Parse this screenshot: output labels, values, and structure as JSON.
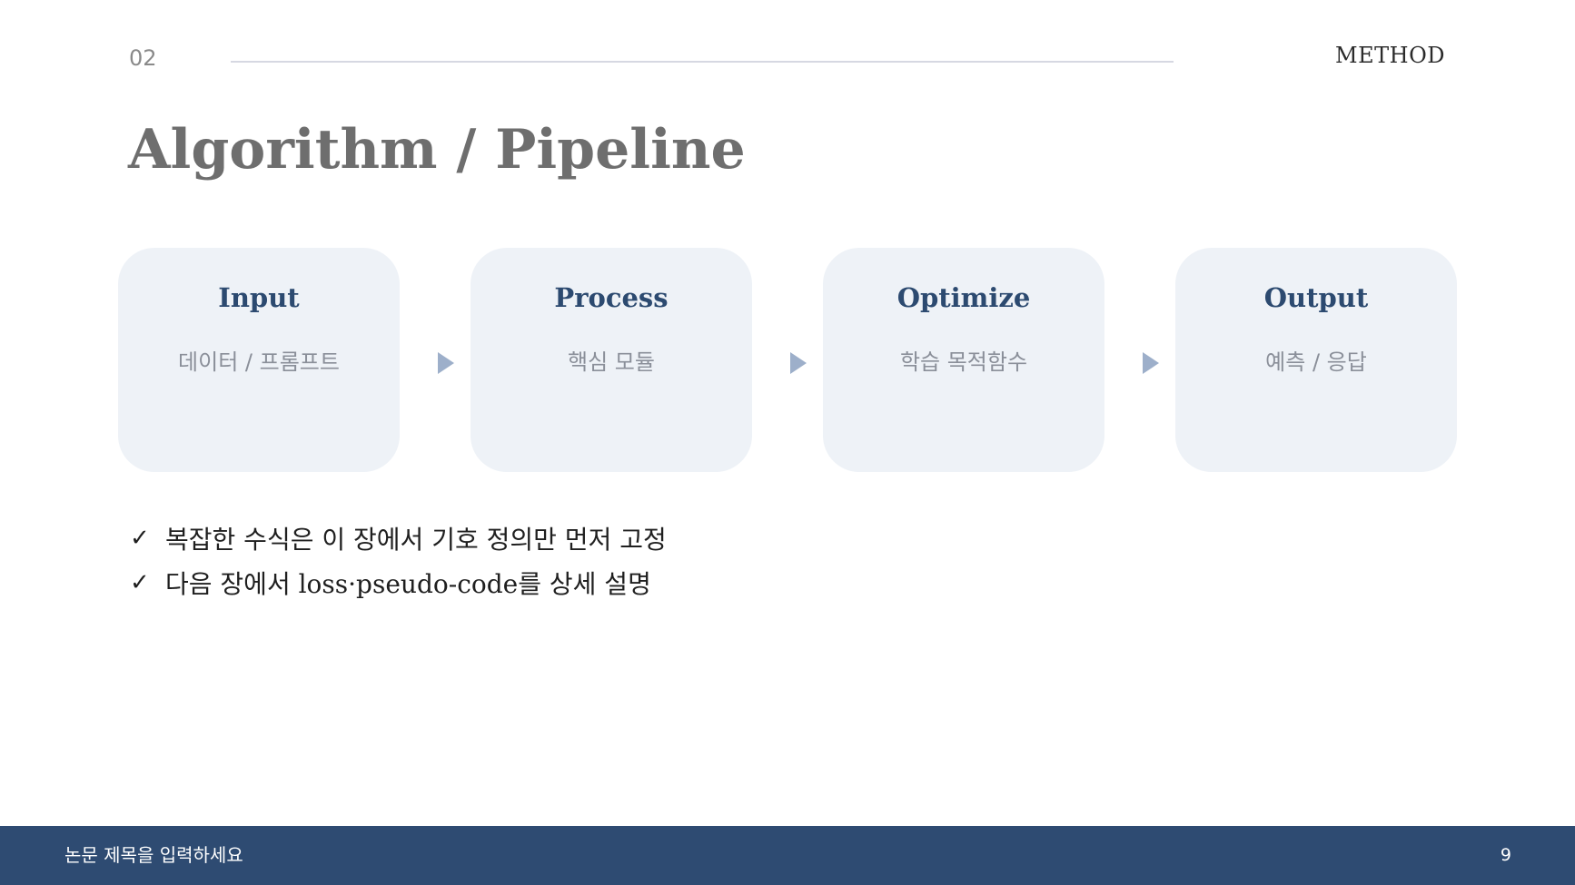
{
  "header": {
    "section_number": "02",
    "section_name": "METHOD"
  },
  "title": "Algorithm / Pipeline",
  "steps": [
    {
      "title": "Input",
      "description": "데이터 / 프롬프트"
    },
    {
      "title": "Process",
      "description": "핵심 모듈"
    },
    {
      "title": "Optimize",
      "description": "학습 목적함수"
    },
    {
      "title": "Output",
      "description": "예측 / 응답"
    }
  ],
  "bullets": [
    {
      "mark": "✓",
      "text": "복잡한 수식은 이 장에서 기호 정의만 먼저 고정"
    },
    {
      "mark": "✓",
      "text": "다음 장에서 loss·pseudo-code를 상세 설명"
    }
  ],
  "footer": {
    "paper_title": "논문 제목을 입력하세요",
    "page_number": "9"
  },
  "colors": {
    "accent": "#2e4b72",
    "step_box_bg": "#eef2f7",
    "arrow": "#9dafca"
  }
}
